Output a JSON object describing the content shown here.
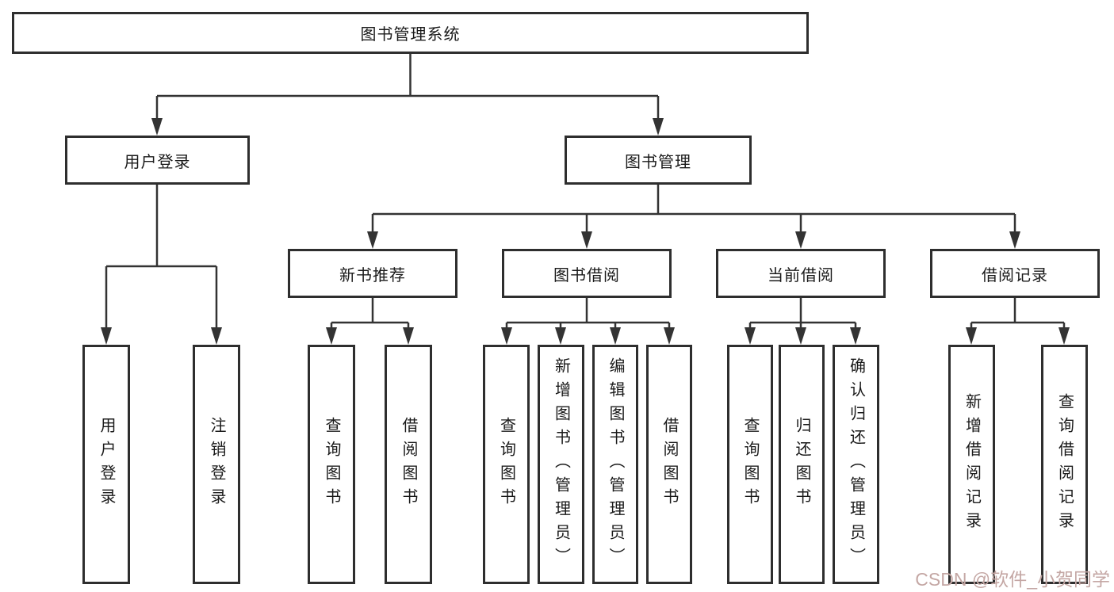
{
  "diagram_title": "图书管理系统",
  "nodes": {
    "root": "图书管理系统",
    "level2": [
      "用户登录",
      "图书管理"
    ],
    "level3": [
      "新书推荐",
      "图书借阅",
      "当前借阅",
      "借阅记录"
    ],
    "level4": {
      "user_login": [
        "用户登录",
        "注销登录"
      ],
      "new_book_recommend": [
        "查询图书",
        "借阅图书"
      ],
      "book_borrow": [
        "查询图书",
        "新增图书（管理员）",
        "编辑图书（管理员）",
        "借阅图书"
      ],
      "current_borrow": [
        "查询图书",
        "归还图书",
        "确认归还（管理员）"
      ],
      "borrow_record": [
        "新增借阅记录",
        "查询借阅记录"
      ]
    }
  },
  "watermark": {
    "text": "CSDN @软件_小贺同学",
    "color": "#c4a7a4"
  },
  "colors": {
    "line": "#333333",
    "box_border": "#2e2e2e",
    "box_background": "#ffffff",
    "text": "#1a1a1a"
  }
}
